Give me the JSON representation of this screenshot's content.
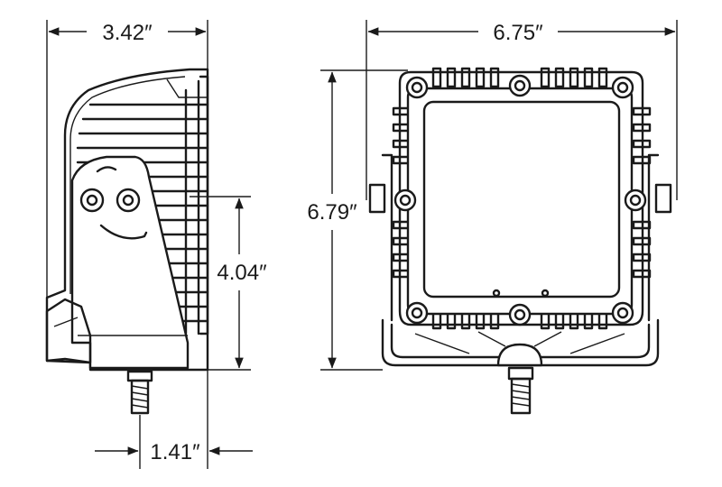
{
  "diagram": {
    "dimensions": {
      "side_width": "3.42″",
      "front_width": "6.75″",
      "front_height": "6.79″",
      "mount_height": "4.04″",
      "stud_offset": "1.41″"
    },
    "colors": {
      "line": "#1a1a1a",
      "background": "#ffffff"
    }
  }
}
